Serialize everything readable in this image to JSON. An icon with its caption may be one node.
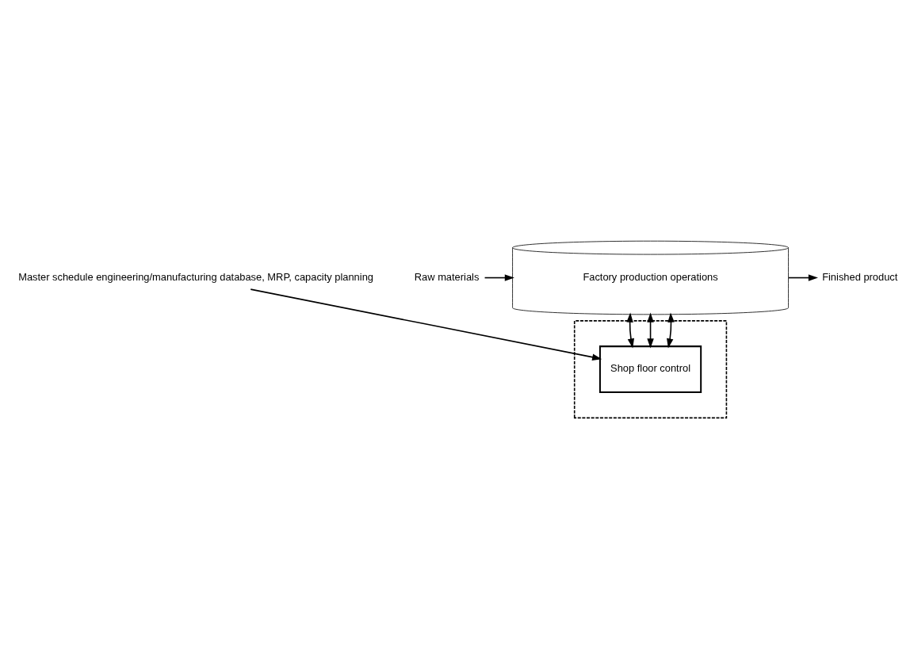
{
  "diagram": {
    "nodes": [
      {
        "text": [
          "Master schedule engineering/manufacturing database, MRP, capacity planning"
        ]
      },
      {
        "text": [],
        "shape": "box"
      },
      {
        "text": [
          "Shop floor control"
        ],
        "in": 1
      },
      {
        "text": [
          "Factory production operations"
        ]
      },
      {
        "text": [
          "Raw materials"
        ]
      },
      {
        "text": [
          "Finished product"
        ]
      }
    ],
    "edges": [
      {
        "from": 0,
        "to": 2,
        "arrow": "to"
      },
      {
        "from": 3,
        "to": 2,
        "arrow": "both"
      },
      {
        "from": 3,
        "to": 2,
        "arrow": "both"
      },
      {
        "from": 3,
        "to": 2,
        "arrow": "both"
      },
      {
        "from": 4,
        "to": 3,
        "arrow": "to"
      },
      {
        "from": 3,
        "to": 5,
        "arrow": "to"
      }
    ]
  }
}
